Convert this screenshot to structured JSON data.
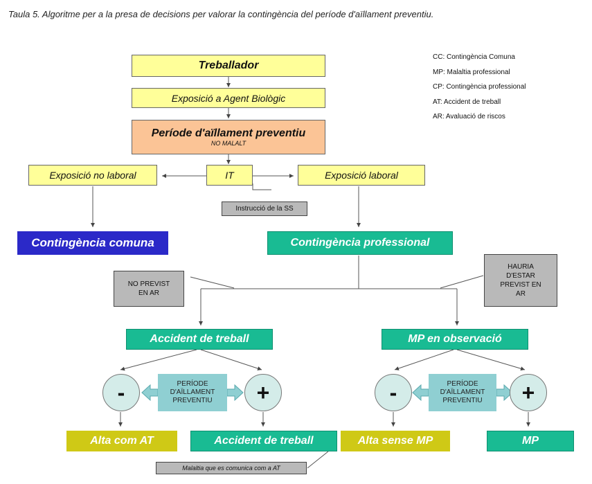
{
  "caption": "Taula 5. Algoritme per a la presa de decisions per valorar la contingència del període d'aïllament preventiu.",
  "legend": [
    "CC: Contingència Comuna",
    "MP: Malaltia professional",
    "CP: Contingència professional",
    "AT: Accident de treball",
    "AR: Avaluació de riscos"
  ],
  "nodes": {
    "treballador": "Treballador",
    "exposicio_agent": "Exposició a Agent Biològic",
    "periode_title": "Període d'aïllament preventiu",
    "periode_sub": "NO MALALT",
    "exposicio_no_laboral": "Exposició no laboral",
    "it": "IT",
    "exposicio_laboral": "Exposició laboral",
    "instruccio": "Instrucció de la SS",
    "contingencia_comuna": "Contingència comuna",
    "contingencia_professional": "Contingència professional",
    "no_previst": "NO PREVIST EN AR",
    "hauria_previst": "HAURIA D'ESTAR PREVIST EN AR",
    "accident_treball": "Accident de treball",
    "mp_observacio": "MP en observació",
    "periode_left": "PERÍODE D'AÏLLAMENT PREVENTIU",
    "periode_right": "PERÍODE D'AÏLLAMENT PREVENTIU",
    "minus": "-",
    "plus": "+",
    "alta_com_at": "Alta com AT",
    "accident_treball_result": "Accident de treball",
    "alta_sense_mp": "Alta sense MP",
    "mp": "MP",
    "malaltia_at": "Malaltia que es comunica com a AT"
  }
}
